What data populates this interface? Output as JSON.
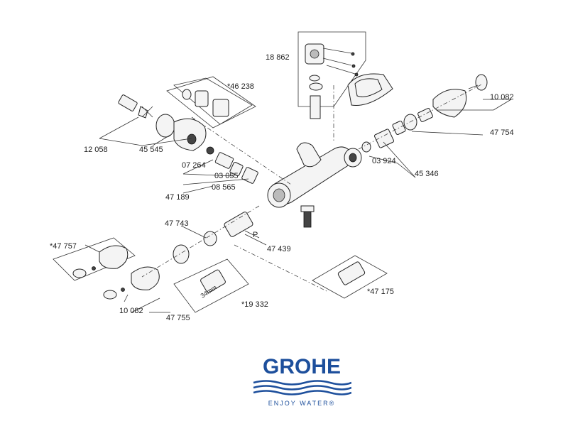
{
  "parts": {
    "p18862": "18 862",
    "p46238": "*46 238",
    "p12058": "12 058",
    "p45545": "45 545",
    "p07264": "07 264",
    "p03055": "03 055",
    "p08565": "08 565",
    "p47189": "47 189",
    "p03924": "03 924",
    "p45346": "45 346",
    "p10082_top": "10 082",
    "p47754": "47 754",
    "p47743": "47 743",
    "pP": "P",
    "p47439": "47 439",
    "p47757": "*47 757",
    "p10082_bottom": "10 082",
    "p47755": "47 755",
    "p19332": "*19 332",
    "p47175": "*47 175",
    "dim34": "34mm"
  },
  "brand": {
    "name": "GROHE",
    "tagline": "ENJOY WATER®",
    "color": "#1d4f9c"
  }
}
